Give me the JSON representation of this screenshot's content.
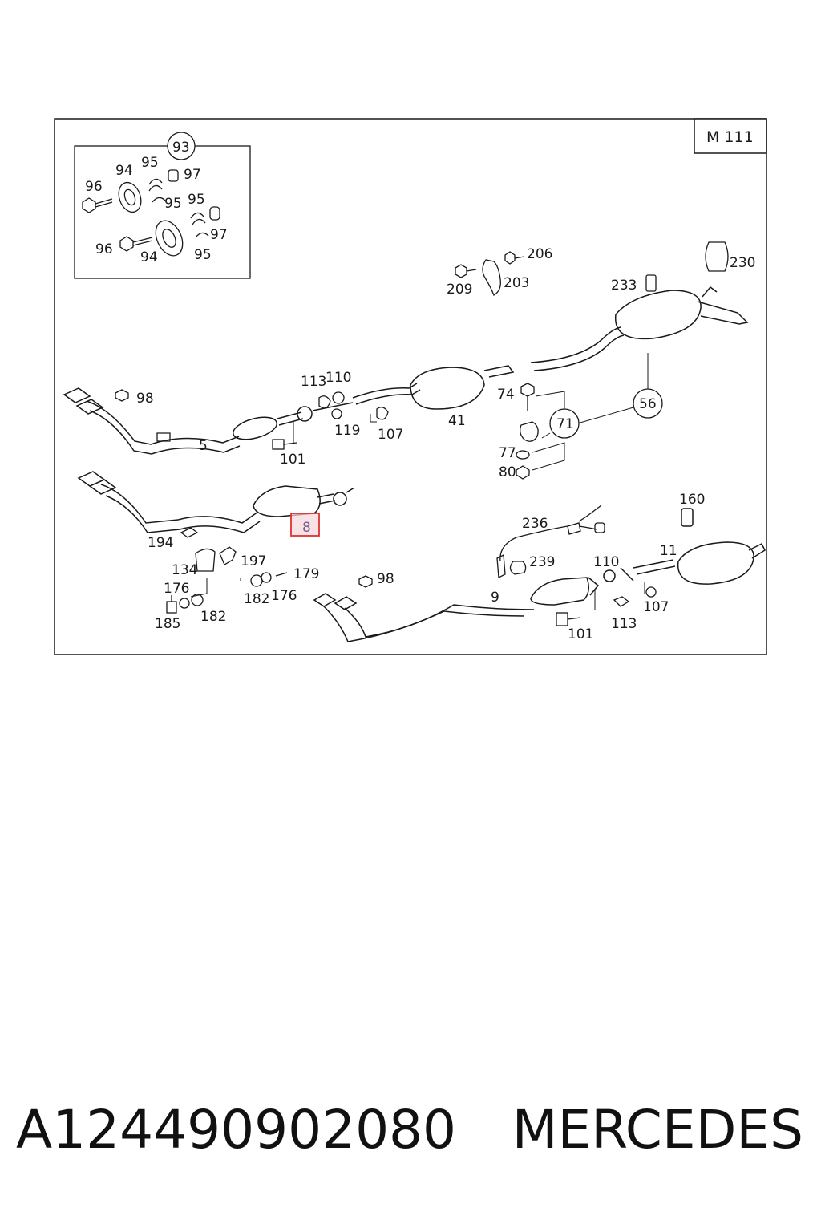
{
  "diagram": {
    "engine_code": "M 111",
    "highlighted_callout": "8",
    "inset_callout": "93",
    "callouts": {
      "c96a": "96",
      "c94a": "94",
      "c95a": "95",
      "c97a": "97",
      "c95b": "95",
      "c95c": "95",
      "c97b": "97",
      "c96b": "96",
      "c94b": "94",
      "c95d": "95",
      "c209": "209",
      "c206": "206",
      "c203": "203",
      "c230": "230",
      "c233": "233",
      "c98a": "98",
      "c113a": "113",
      "c110a": "110",
      "c5": "5",
      "c101a": "101",
      "c119": "119",
      "c107a": "107",
      "c41": "41",
      "c74": "74",
      "c56": "56",
      "c71": "71",
      "c77": "77",
      "c80": "80",
      "c194": "194",
      "c160": "160",
      "c236": "236",
      "c239": "239",
      "c11": "11",
      "c110b": "110",
      "c134": "134",
      "c197": "197",
      "c176a": "176",
      "c179": "179",
      "c182a": "182",
      "c176b": "176",
      "c185": "185",
      "c182b": "182",
      "c98b": "98",
      "c9": "9",
      "c101b": "101",
      "c113b": "113",
      "c107b": "107"
    }
  },
  "footer": {
    "part_number": "A124490902080",
    "brand": "MERCEDES"
  },
  "colors": {
    "line": "#1a1a1a",
    "highlight_border": "#e03030",
    "highlight_fill": "#f6d6dc"
  }
}
